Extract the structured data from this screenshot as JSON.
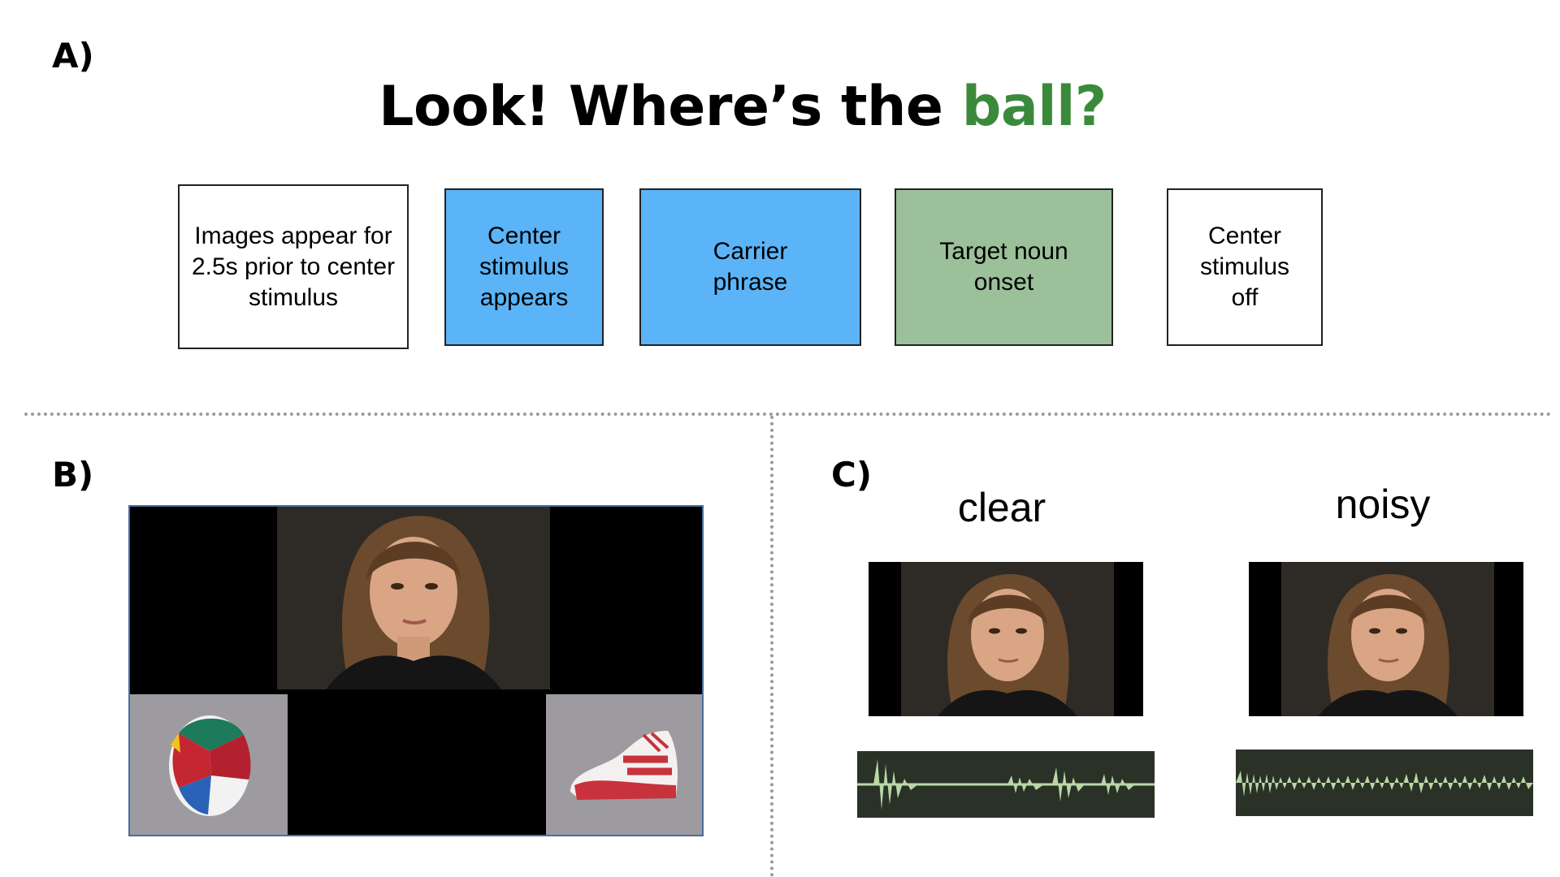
{
  "panels": {
    "a": "A)",
    "b": "B)",
    "c": "C)"
  },
  "headline": {
    "prefix": "Look!  Where’s the ",
    "target": "ball?",
    "target_color": "#3b8a3b"
  },
  "timeline": [
    {
      "text": "Images appear for\n2.5s prior to center\nstimulus",
      "fill": "#ffffff"
    },
    {
      "text": "Center\nstimulus\nappears",
      "fill": "#5ab4f7"
    },
    {
      "text": "Carrier\nphrase",
      "fill": "#5ab4f7"
    },
    {
      "text": "Target noun\nonset",
      "fill": "#9bc09a"
    },
    {
      "text": "Center\nstimulus\noff",
      "fill": "#ffffff"
    }
  ],
  "panel_b": {
    "center_image": "speaker-face-photo",
    "left_image": "beach-ball-photo",
    "right_image": "red-sneaker-photo"
  },
  "panel_c": {
    "conditions": [
      {
        "label": "clear",
        "image": "speaker-face-photo",
        "waveform": "sparse-speech-waveform"
      },
      {
        "label": "noisy",
        "image": "speaker-face-photo",
        "waveform": "dense-noise-waveform"
      }
    ],
    "waveform_color": "#b9d7a6"
  }
}
